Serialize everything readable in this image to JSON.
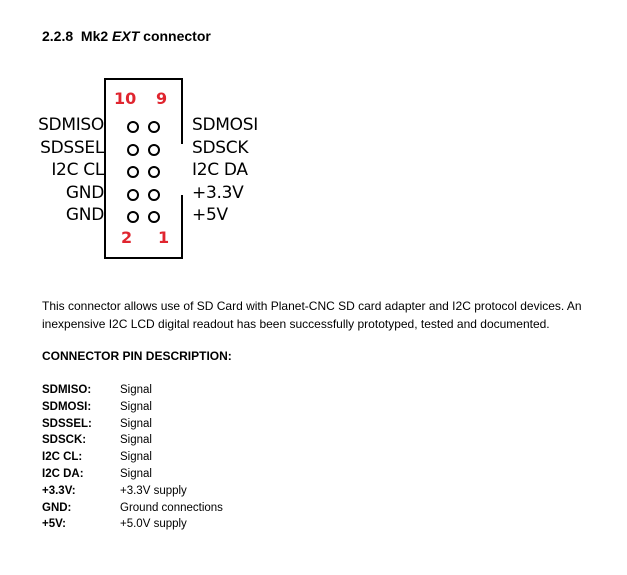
{
  "section": {
    "number": "2.2.8",
    "title_prefix": "Mk2",
    "title_italic": "EXT",
    "title_suffix": "connector"
  },
  "connector": {
    "top_numbers": [
      "10",
      "9"
    ],
    "bottom_numbers": [
      "2",
      "1"
    ],
    "left_labels": [
      "SDMISO",
      "SDSSEL",
      "I2C CL",
      "GND",
      "GND"
    ],
    "right_labels": [
      "SDMOSI",
      "SDSCK",
      "I2C DA",
      "+3.3V",
      "+5V"
    ],
    "number_color": "#e0252f"
  },
  "description": "This connector allows use of SD Card with Planet-CNC SD card adapter and I2C protocol devices. An inexpensive I2C LCD digital readout has been successfully prototyped, tested and documented.",
  "pin_table": {
    "heading": "CONNECTOR PIN DESCRIPTION:",
    "rows": [
      {
        "pin": "SDMISO:",
        "desc": "Signal"
      },
      {
        "pin": "SDMOSI:",
        "desc": "Signal"
      },
      {
        "pin": "SDSSEL:",
        "desc": "Signal"
      },
      {
        "pin": "SDSCK:",
        "desc": "Signal"
      },
      {
        "pin": "I2C CL:",
        "desc": "Signal"
      },
      {
        "pin": "I2C DA:",
        "desc": "Signal"
      },
      {
        "pin": "+3.3V:",
        "desc": "+3.3V supply"
      },
      {
        "pin": "GND:",
        "desc": "Ground connections"
      },
      {
        "pin": "+5V:",
        "desc": "+5.0V supply"
      }
    ]
  }
}
